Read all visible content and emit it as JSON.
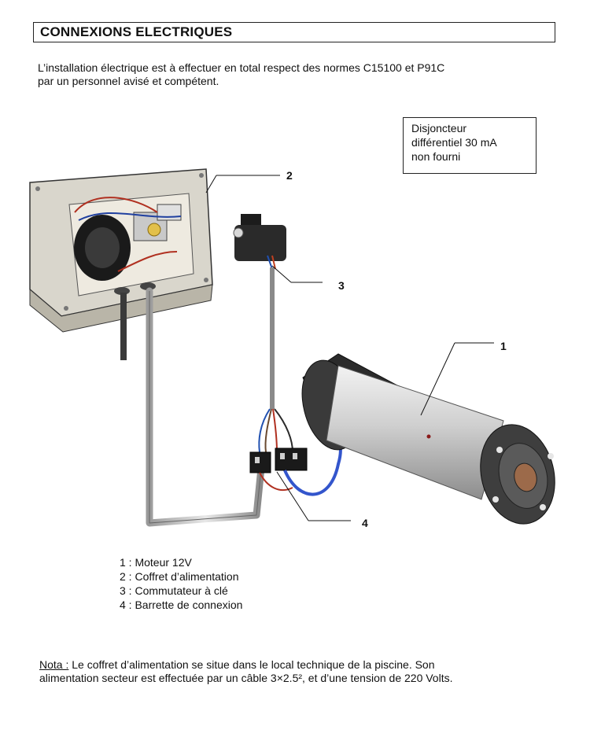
{
  "title": "CONNEXIONS ELECTRIQUES",
  "intro": {
    "line1": "L’installation électrique est à effectuer en total respect des normes C15100 et P91C",
    "line2": "par un personnel avisé et compétent."
  },
  "breaker_note": {
    "line1": "Disjoncteur",
    "line2": "différentiel 30 mA",
    "line3": "non fourni"
  },
  "callouts": {
    "c1": "1",
    "c2": "2",
    "c3": "3",
    "c4": "4"
  },
  "legend": [
    "1 : Moteur 12V",
    "2 : Coffret d’alimentation",
    "3 : Commutateur à clé",
    "4 : Barrette de connexion"
  ],
  "nota": {
    "label": "Nota :",
    "line1_rest": " Le coffret d’alimentation se situe dans le local technique de la piscine. Son",
    "line2": "alimentation secteur est effectuée par un câble 3×2.5², et d’une tension de 220 Volts."
  }
}
